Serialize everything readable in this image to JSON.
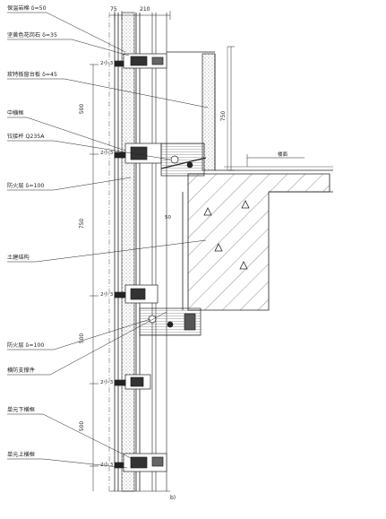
{
  "labels": {
    "l1": "保温岩棉 δ=50",
    "l2": "坚黄色花岗石 δ=35",
    "l3": "玫特板窗台板 δ=45",
    "l4": "中横框",
    "l5": "铰接杆 Q235A",
    "l6": "防火层 δ=100",
    "l7": "土建结构",
    "l8": "防火层 δ=100",
    "l9": "横防支撑件",
    "l10": "单元下横框",
    "l11": "单元上横框"
  },
  "dims": {
    "top_width": "210",
    "top_left": "75",
    "d500a": "500",
    "d750a": "750",
    "d500b": "500",
    "d500c": "500",
    "d750_right": "750"
  },
  "small": {
    "floor": "楼面",
    "gap": "50",
    "ow1": "2小 3",
    "ow2": "2小 3",
    "ow3": "2小 3",
    "ow4": "2小 3",
    "ow5": "2小 3"
  },
  "caption": "b)"
}
